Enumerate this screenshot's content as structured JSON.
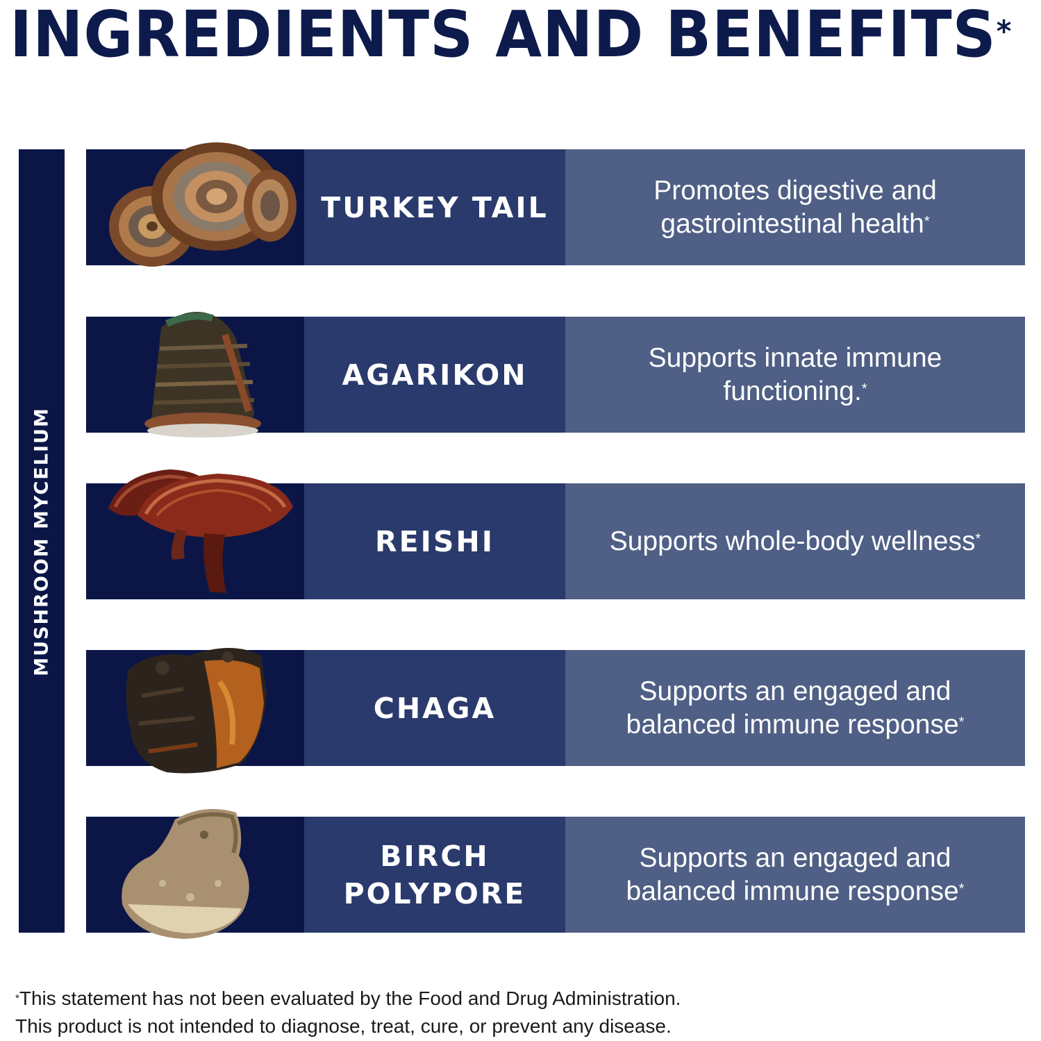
{
  "header": {
    "title": "INGREDIENTS AND BENEFITS",
    "title_mark": "*"
  },
  "sidebar": {
    "label": "MUSHROOM MYCELIUM"
  },
  "ingredients": [
    {
      "name": "TURKEY TAIL",
      "benefit": "Promotes digestive and gastrointestinal health",
      "mark": "*",
      "icon": "turkey-tail-mushroom-icon"
    },
    {
      "name": "AGARIKON",
      "benefit": "Supports innate immune functioning.",
      "mark": "*",
      "icon": "agarikon-mushroom-icon"
    },
    {
      "name": "REISHI",
      "benefit": "Supports whole-body wellness",
      "mark": "*",
      "icon": "reishi-mushroom-icon"
    },
    {
      "name": "CHAGA",
      "benefit": "Supports an engaged and balanced immune response",
      "mark": "*",
      "icon": "chaga-mushroom-icon"
    },
    {
      "name": "BIRCH\nPOLYPORE",
      "benefit": "Supports an engaged and balanced immune response",
      "mark": "*",
      "icon": "birch-polypore-mushroom-icon"
    }
  ],
  "footnote": {
    "mark": "*",
    "line1": "This statement has not been evaluated by the Food and Drug Administration.",
    "line2": "This product is not intended to diagnose, treat, cure, or prevent any disease."
  },
  "colors": {
    "title": "#0d1b4c",
    "dark_navy": "#0b1647",
    "mid_navy": "#2a3a6c",
    "slate_blue": "#4f5f85"
  }
}
